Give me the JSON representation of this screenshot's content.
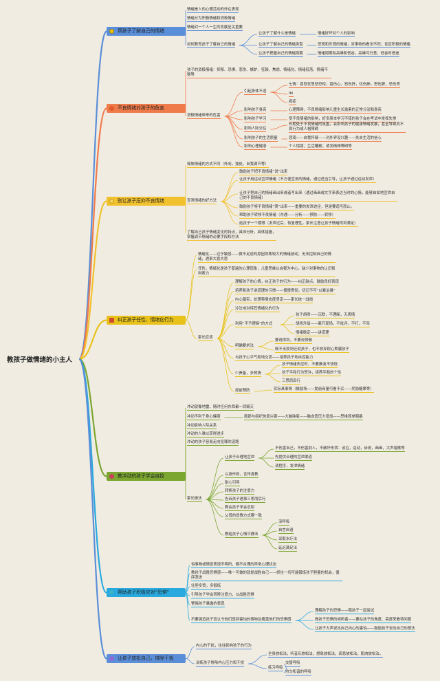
{
  "root": "教孩子做情绪的小主人",
  "colors": {
    "b1": "#5b8ed8",
    "b2": "#ef7a4a",
    "b3": "#f2c12e",
    "b4": "#e8c21a",
    "b5": "#7ba630",
    "b6": "#29a9de",
    "b7": "#5b8ed8",
    "line": "#9a9a9a"
  },
  "branches": [
    {
      "id": "b1",
      "label": "帮孩子了解自己的情绪",
      "icon": "lamp-icon"
    },
    {
      "id": "b2",
      "label": "不良情绪对孩子的危害",
      "icon": "fire-icon"
    },
    {
      "id": "b3",
      "label": "别让孩子压抑不良情绪",
      "icon": "bulb-icon"
    },
    {
      "id": "b4",
      "label": "纠正孩子任性、情绪化行为",
      "icon": "flag-icon"
    },
    {
      "id": "b5",
      "label": "教冲动的孩子学会自控",
      "icon": "heart-icon"
    },
    {
      "id": "b6",
      "label": "帮助孩子积极应对“恐惧”",
      "icon": "gem-icon"
    },
    {
      "id": "b7",
      "label": "让孩子放松自己，排除干扰",
      "icon": "ship-icon"
    }
  ],
  "nodes": [
    {
      "id": "n1",
      "p": "b1",
      "t": "情绪是人的心理活动的外在表现"
    },
    {
      "id": "n2",
      "p": "b1",
      "t": "情绪分为积极情绪和消极情绪"
    },
    {
      "id": "n3",
      "p": "b1",
      "t": "情绪对一个人一生的发展至关重要"
    },
    {
      "id": "n4",
      "p": "b1",
      "t": "如何教育孩子了解自己的情绪"
    },
    {
      "id": "n5",
      "p": "n4",
      "t": "让孩子了解什么是情绪"
    },
    {
      "id": "n6",
      "p": "n4",
      "t": "让孩子了解自己的情绪类型"
    },
    {
      "id": "n7",
      "p": "n4",
      "t": "让孩子把握自己的情绪周期"
    },
    {
      "id": "n8",
      "p": "n5",
      "t": "情绪好坏对个人的影响"
    },
    {
      "id": "n9",
      "p": "n6",
      "t": "悲观和乐观的情绪，对事物的看法不同；肯定积极的情绪"
    },
    {
      "id": "n10",
      "p": "n7",
      "t": "情绪周期有高峰和低谷，高峰可行意，低谷时低迷"
    },
    {
      "id": "n11",
      "p": "b2",
      "t": "孩子的消极情绪：抑郁、恐惧、悲伤、嫉妒、狂躁、焦虑、情绪化、情绪低落、情绪不稳等"
    },
    {
      "id": "n12",
      "p": "b2",
      "t": "消极情绪带来的危害"
    },
    {
      "id": "n13",
      "p": "n12",
      "t": "引起身体不适"
    },
    {
      "id": "n14",
      "p": "n13",
      "t": "七情：喜怒忧思悲恐惊；喜伤心，怒伤肝，忧伤肺，思伤脾，恐伤肾"
    },
    {
      "id": "n15",
      "p": "n13",
      "t": "Ibi"
    },
    {
      "id": "n16",
      "p": "n13",
      "t": "癌症"
    },
    {
      "id": "n17",
      "p": "n12",
      "t": "影响孩子身高"
    },
    {
      "id": "n18",
      "p": "n17",
      "t": "心理障碍，不良情绪影响儿童生长激素的正常分泌和身高"
    },
    {
      "id": "n19",
      "p": "n12",
      "t": "影响孩子学习"
    },
    {
      "id": "n20",
      "p": "n19",
      "t": "受不良情绪的影响，好多原本学习不错的孩子会在考试中发挥失常"
    },
    {
      "id": "n21",
      "p": "n12",
      "t": "影响人际交往"
    },
    {
      "id": "n22",
      "p": "n21",
      "t": "长期处于不良情绪的氛围，会影响孩子的健康情绪发展，甚至导致其不良行为或人格障碍"
    },
    {
      "id": "n23",
      "p": "n12",
      "t": "影响孩子的生活质量"
    },
    {
      "id": "n24",
      "p": "n23",
      "t": "悲观——自我怀疑——对外界没兴趣——失去生活的信心"
    },
    {
      "id": "n25",
      "p": "n12",
      "t": "影响心理健康"
    },
    {
      "id": "n26",
      "p": "n25",
      "t": "个人懦弱；生活糟糕；诱发精神障碍等"
    },
    {
      "id": "n27",
      "p": "b3",
      "t": "释放情绪的方式不同（外向，独处，自我调节等）"
    },
    {
      "id": "n28",
      "p": "b3",
      "t": "宣泄情绪的好方法"
    },
    {
      "id": "n29",
      "p": "n28",
      "t": "鼓励孩子把不良情绪“说”出来"
    },
    {
      "id": "n30",
      "p": "n28",
      "t": "让孩子用运动宣泄情绪（不方便宣说的情绪，通过适当引导，让孩子通过运动发泄）"
    },
    {
      "id": "n31",
      "p": "n28",
      "t": "让孩子把自己的情绪画出来或者写出来（通过画画或文字来表达当时的心情，能够自如地宣泄自己的不良情绪）"
    },
    {
      "id": "n32",
      "p": "n28",
      "t": "鼓励孩子将不良情绪“哭”出来——重要的发泄途径，但是要适可而止。"
    },
    {
      "id": "n33",
      "p": "n28",
      "t": "帮助孩子转移不良情绪（沟通——分析——预防——转移）"
    },
    {
      "id": "n34",
      "p": "n28",
      "t": "给孩子一个期限（发泄过后，恢复理性，家长注意让孩子情绪得到满足）"
    },
    {
      "id": "n35",
      "p": "b3",
      "t": "了解自己孩子情绪变化的特点，具体分析，具体措施，掌握调节情绪的必要手段和方法"
    },
    {
      "id": "n36",
      "p": "b4",
      "t": "情绪化——过于敏感——微不足道的原因导致较大的情绪波动；无法控制自己的情绪，遇事大喜大悲"
    },
    {
      "id": "n37",
      "p": "b4",
      "t": "任性，情绪化是孩子普遍的心理现象，儿童思维以自我为中心，缺少对事物的认识和判断力"
    },
    {
      "id": "n38",
      "p": "b4",
      "t": "家长应该"
    },
    {
      "id": "n39",
      "p": "n38",
      "t": "理解孩子的心情，纠正孩子的行为——纠正缺点，鼓励良好表现"
    },
    {
      "id": "n40",
      "p": "n38",
      "t": "培养和孩子讲道理的习惯——慢慢贯彻，切记不可“以暴治暴”"
    },
    {
      "id": "n41",
      "p": "n38",
      "t": "内心踏实，处理事情态度坚定——家长统一战线"
    },
    {
      "id": "n42",
      "p": "n38",
      "t": "冷法地对待其情绪化的行为"
    },
    {
      "id": "n43",
      "p": "n38",
      "t": "利用“不予理睬”的方式"
    },
    {
      "id": "n44",
      "p": "n43",
      "t": "孩子胡闹——沉默，不理睬，无表情"
    },
    {
      "id": "n45",
      "p": "n43",
      "t": "胡闹升级——离开现场，不批评，不打，不骂"
    },
    {
      "id": "n46",
      "p": "n43",
      "t": "情绪稳定——讲道理"
    },
    {
      "id": "n47",
      "p": "n38",
      "t": "明确要求法"
    },
    {
      "id": "n48",
      "p": "n47",
      "t": "要说得到，不要说得做"
    },
    {
      "id": "n49",
      "p": "n47",
      "t": "既不无原则迁就孩子，也不放弃耐心欺骗孩子"
    },
    {
      "id": "n50",
      "p": "n38",
      "t": "与孩子心平气和地交流——培养孩子地自控能力"
    },
    {
      "id": "n51",
      "p": "n38",
      "t": "少责备，多赞扬"
    },
    {
      "id": "n52",
      "p": "n51",
      "t": "孩子情绪失控时，不要推波不饶饶"
    },
    {
      "id": "n53",
      "p": "n51",
      "t": "孩子平和行为赞许，培养平和的个性"
    },
    {
      "id": "n54",
      "p": "n51",
      "t": "三思而后行"
    },
    {
      "id": "n55",
      "p": "n38",
      "t": "提前预防"
    },
    {
      "id": "n56",
      "p": "n55",
      "t": "实际具事情（鼓励场——提前商量可看不买——奖励糖果等）"
    },
    {
      "id": "n57",
      "p": "b5",
      "t": "冲动就像地雷，随时任何东西都一同毁灭"
    },
    {
      "id": "n58",
      "p": "b5",
      "t": "冲动不利于身心健康"
    },
    {
      "id": "n59",
      "p": "n58",
      "t": "面部与组织恢复兴奋——大脑缺氧——脑血管压力增加——思维简单粗暴"
    },
    {
      "id": "n60",
      "p": "b5",
      "t": "冲动影响人际关系"
    },
    {
      "id": "n61",
      "p": "b5",
      "t": "冲动的人难以获得进步"
    },
    {
      "id": "n62",
      "p": "b5",
      "t": "冲动的孩子容易走向犯罪的道路"
    },
    {
      "id": "n63",
      "p": "b5",
      "t": "家长做法"
    },
    {
      "id": "n64",
      "p": "n63",
      "t": "让孩子合理地宣泄"
    },
    {
      "id": "n65",
      "p": "n64",
      "t": "不伤害自己，不伤害别人，不破坏东西：谈泣，运动，诉说，画画，大声唱歌等"
    },
    {
      "id": "n66",
      "p": "n64",
      "t": "先提供合理的宣泄渠道"
    },
    {
      "id": "n67",
      "p": "n64",
      "t": "读程序，发泄情绪"
    },
    {
      "id": "n68",
      "p": "n63",
      "t": "以身作则，言传身教"
    },
    {
      "id": "n69",
      "p": "n63",
      "t": "耐心引导"
    },
    {
      "id": "n70",
      "p": "n63",
      "t": "转移孩子的注意力"
    },
    {
      "id": "n71",
      "p": "n63",
      "t": "告诉孩子遇事三思而后行"
    },
    {
      "id": "n72",
      "p": "n63",
      "t": "教会孩子学会忍耐"
    },
    {
      "id": "n73",
      "p": "n63",
      "t": "父母的冒教方式要一致"
    },
    {
      "id": "n74",
      "p": "n63",
      "t": "教给孩子心情平静法"
    },
    {
      "id": "n75",
      "p": "n74",
      "t": "深呼吸"
    },
    {
      "id": "n76",
      "p": "n74",
      "t": "自言自语"
    },
    {
      "id": "n77",
      "p": "n74",
      "t": "采取水疗法"
    },
    {
      "id": "n78",
      "p": "n74",
      "t": "延迟满足法"
    },
    {
      "id": "n79",
      "p": "b6",
      "t": "怕事物或情景表现不明所，都不合理的异常心理状态"
    },
    {
      "id": "n80",
      "p": "b6",
      "t": "教孩子战胜恐惧感——唯一可做的就是战胜自己——抓住一切可能锻炼孩子胆量的机会，循序渐进"
    },
    {
      "id": "n81",
      "p": "b6",
      "t": "壮胆多赞，多锻炼"
    },
    {
      "id": "n82",
      "p": "b6",
      "t": "引导孩子学会转移注意力，以战胜恐惧"
    },
    {
      "id": "n83",
      "p": "b6",
      "t": "警惕孩子暴露的表现"
    },
    {
      "id": "n84",
      "p": "b6",
      "t": "不要强迫孩子否认令他们感到害怕的事物及掩盖他们的恐惧感"
    },
    {
      "id": "n85",
      "p": "n84",
      "t": "理解孩子的恐惧——陪孩子一起尝试"
    },
    {
      "id": "n86",
      "p": "n84",
      "t": "做孩子恐惧的倾听者——要在孩子的角度、高度来看待问题"
    },
    {
      "id": "n87",
      "p": "n84",
      "t": "让孩子大声说出自己内心的害怕——鼓励孩子说出自己的想法"
    },
    {
      "id": "n88",
      "p": "b7",
      "t": "内心的干扰，往往影响孩子的行为"
    },
    {
      "id": "n89",
      "p": "b7",
      "t": "训练孩子排除内心压力和干扰"
    },
    {
      "id": "n90",
      "p": "n89",
      "t": "全身放松法，听音乐放松法，想象放松法，调息放松法，肌肉放松法。"
    },
    {
      "id": "n91",
      "p": "n89",
      "t": "练习呼吸"
    },
    {
      "id": "n92",
      "p": "n91",
      "t": "交替呼吸"
    },
    {
      "id": "n93",
      "p": "n91",
      "t": "均匀和谐的呼吸"
    }
  ]
}
